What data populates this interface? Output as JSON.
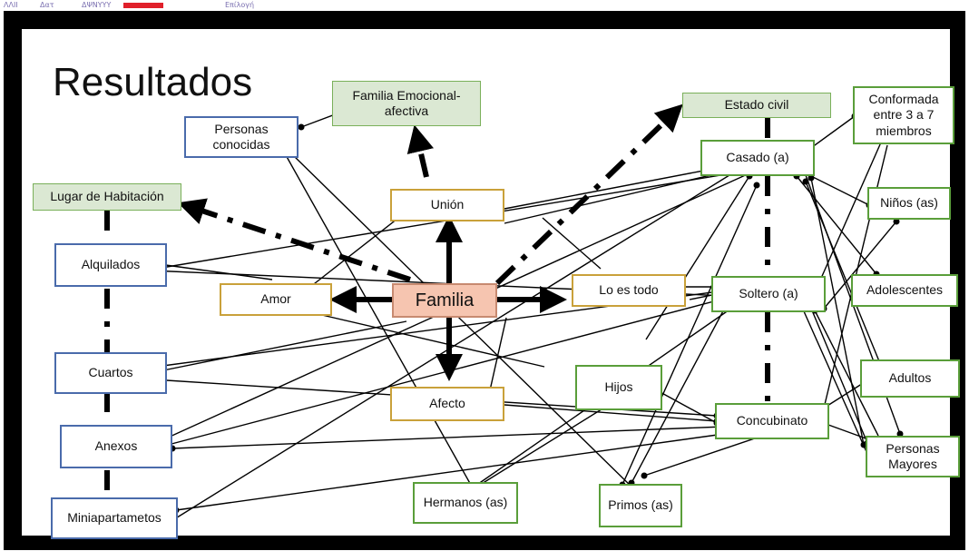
{
  "toolbar_fragments": [
    "ΛΛΙΙ",
    "Δατ",
    "ΔΨΝΥΥΥ",
    "Επίλογή"
  ],
  "title": "Resultados",
  "nodes": {
    "familia": "Familia",
    "union": "Unión",
    "amor": "Amor",
    "lo_es_todo": "Lo es todo",
    "afecto": "Afecto",
    "familia_emocional": "Familia Emocional-afectiva",
    "estado_civil": "Estado civil",
    "lugar_habitacion": "Lugar de Habitación",
    "personas_conocidas": "Personas conocidas",
    "alquilados": "Alquilados",
    "cuartos": "Cuartos",
    "anexos": "Anexos",
    "miniapartametos": "Miniapartametos",
    "hermanos": "Hermanos (as)",
    "primos": "Primos (as)",
    "hijos": "Hijos",
    "casado": "Casado (a)",
    "soltero": "Soltero (a)",
    "concubinato": "Concubinato",
    "conformada": "Conformada entre 3 a 7 miembros",
    "ninos": "Niños (as)",
    "adolescentes": "Adolescentes",
    "adultos": "Adultos",
    "personas_mayores": "Personas Mayores"
  },
  "colors": {
    "blue_border": "#4a6bab",
    "orange_border": "#c9a13a",
    "green_border": "#5a9e3a",
    "category_fill": "#dbe8d3",
    "hub_fill": "#f6c5b0"
  }
}
